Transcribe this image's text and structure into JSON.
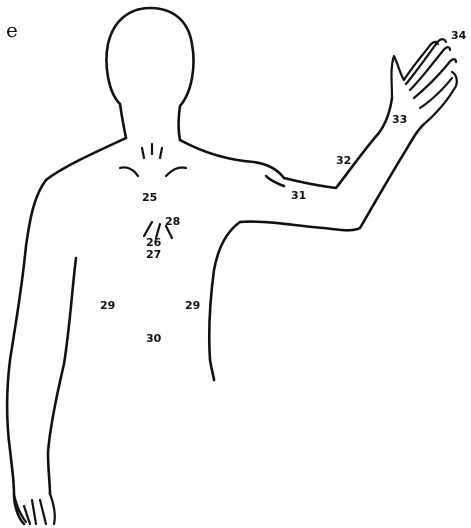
{
  "panel_label": "e",
  "labels": {
    "l25": "25",
    "l26": "26",
    "l27": "27",
    "l28": "28",
    "l29_left": "29",
    "l29_right": "29",
    "l30": "30",
    "l31": "31",
    "l32": "32",
    "l33": "33",
    "l34": "34"
  }
}
